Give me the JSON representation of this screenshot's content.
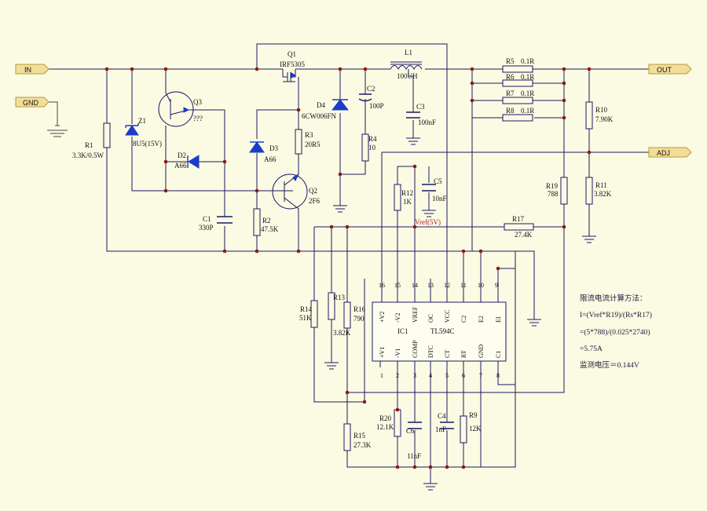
{
  "ports": {
    "in": "IN",
    "gnd": "GND",
    "out": "OUT",
    "adj": "ADJ"
  },
  "parts": {
    "q1": {
      "ref": "Q1",
      "val": "IRF5305"
    },
    "l1": {
      "ref": "L1",
      "val": "100UH"
    },
    "r5": {
      "ref": "R5",
      "val": "0.1R"
    },
    "r6": {
      "ref": "R6",
      "val": "0.1R"
    },
    "r7": {
      "ref": "R7",
      "val": "0.1R"
    },
    "r8": {
      "ref": "R8",
      "val": "0.1R"
    },
    "c2": {
      "ref": "C2",
      "val": "100P"
    },
    "c3": {
      "ref": "C3",
      "val": "100nF"
    },
    "d4": {
      "ref": "D4",
      "val": "6CW006FN"
    },
    "q3": {
      "ref": "Q3",
      "val": "???"
    },
    "z1": {
      "ref": "Z1",
      "val": "8U5(15V)"
    },
    "r1": {
      "ref": "R1",
      "val": "3.3K/0.5W"
    },
    "d2": {
      "ref": "D2",
      "val": "A66"
    },
    "d3": {
      "ref": "D3",
      "val": "A66"
    },
    "r3": {
      "ref": "R3",
      "val": "20R5"
    },
    "r4": {
      "ref": "R4",
      "val": "10"
    },
    "q2": {
      "ref": "Q2",
      "val": "2F6"
    },
    "c1": {
      "ref": "C1",
      "val": "330P"
    },
    "r2": {
      "ref": "R2",
      "val": "47.5K"
    },
    "r12": {
      "ref": "R12",
      "val": "1K"
    },
    "c5": {
      "ref": "C5",
      "val": "10nF"
    },
    "r10": {
      "ref": "R10",
      "val": "7.90K"
    },
    "r11": {
      "ref": "R11",
      "val": "3.82K"
    },
    "r19": {
      "ref": "R19",
      "val": "788"
    },
    "r17": {
      "ref": "R17",
      "val": "27.4K"
    },
    "r14": {
      "ref": "R14",
      "val": "51K"
    },
    "r13": {
      "ref": "R13",
      "val": "3.82K"
    },
    "r16": {
      "ref": "R16",
      "val": "790"
    },
    "r20": {
      "ref": "R20",
      "val": "12.1K"
    },
    "c6": {
      "ref": "C6",
      "val": "11nF"
    },
    "c4": {
      "ref": "C4",
      "val": "1nF"
    },
    "r9": {
      "ref": "R9",
      "val": "12K"
    },
    "r15": {
      "ref": "R15",
      "val": "27.3K"
    }
  },
  "vref_label": "Vref(5V)",
  "ic": {
    "ref": "IC1",
    "part": "TL594C",
    "top_pins": [
      {
        "num": "16",
        "name": "+V2"
      },
      {
        "num": "15",
        "name": "-V2"
      },
      {
        "num": "14",
        "name": "VREF"
      },
      {
        "num": "13",
        "name": "OC"
      },
      {
        "num": "12",
        "name": "VCC"
      },
      {
        "num": "11",
        "name": "C2"
      },
      {
        "num": "10",
        "name": "E2"
      },
      {
        "num": "9",
        "name": "EI"
      }
    ],
    "bottom_pins": [
      {
        "num": "1",
        "name": "+V1"
      },
      {
        "num": "2",
        "name": "-V1"
      },
      {
        "num": "3",
        "name": "COMP"
      },
      {
        "num": "4",
        "name": "DTC"
      },
      {
        "num": "5",
        "name": "CT"
      },
      {
        "num": "6",
        "name": "RT"
      },
      {
        "num": "7",
        "name": "GND"
      },
      {
        "num": "8",
        "name": "C1"
      }
    ]
  },
  "notes": [
    "限流电流计算方法：",
    "I=(Vref*R19)/(Rs*R17)",
    "=(5*788)/(0.025*2740)",
    "=5.75A",
    "监测电压＝0.144V"
  ],
  "colors": {
    "background": "#fbfbe3",
    "wire": "#1a1a66",
    "junction": "#8b1a1a",
    "diode": "#1a3cc8",
    "port_fill": "#f2de9a"
  }
}
